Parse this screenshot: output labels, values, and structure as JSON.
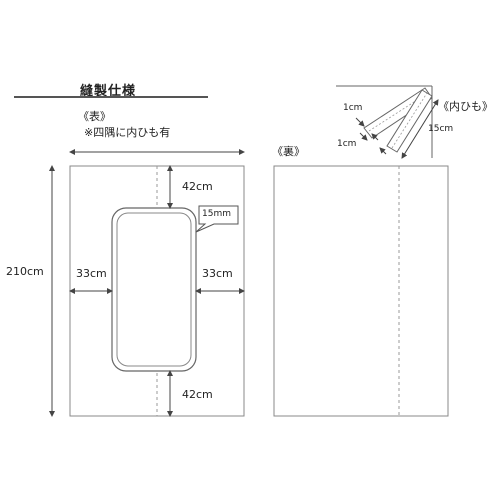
{
  "title": "縫製仕様",
  "front": {
    "heading": "《表》",
    "note": "※四隅に内ひも有",
    "dims": {
      "height": "210cm",
      "left_margin": "33cm",
      "right_margin": "33cm",
      "top_margin": "42cm",
      "bottom_margin": "42cm",
      "corner": "15mm"
    }
  },
  "back": {
    "heading": "《裏》"
  },
  "inner_tie": {
    "heading": "《内ひも》",
    "width_top": "1cm",
    "width_bottom": "1cm",
    "length": "15cm"
  }
}
